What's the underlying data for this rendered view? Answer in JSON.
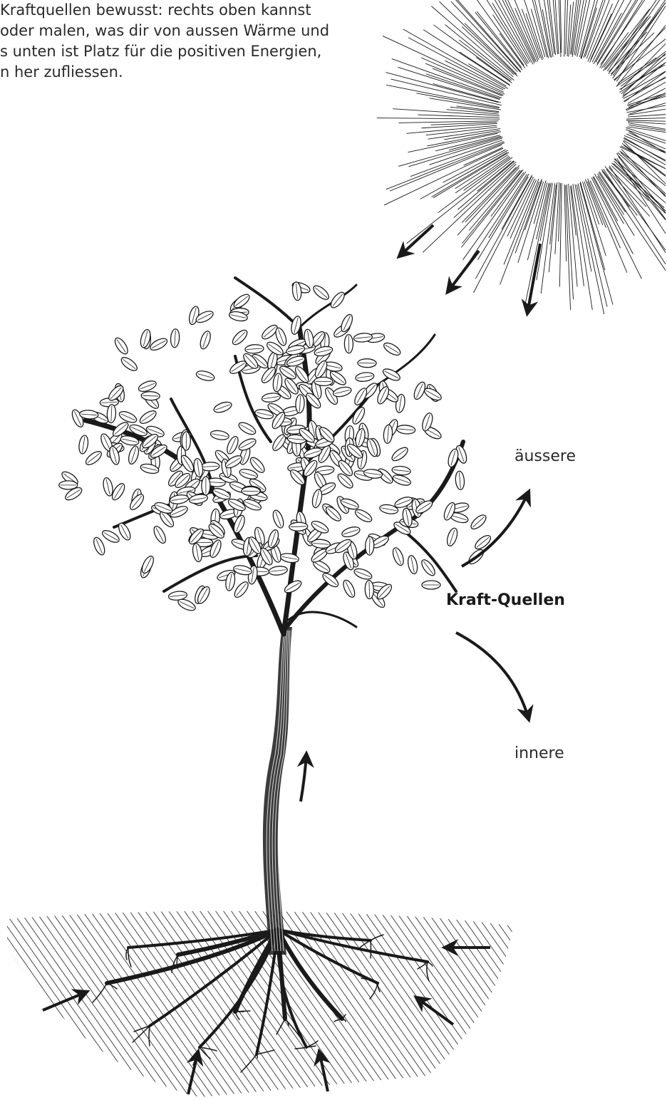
{
  "intro_lines": [
    " Kraftquellen bewusst: rechts oben kannst",
    " oder malen, was dir von aussen Wärme und",
    "s unten ist Platz für die positiven Energien,",
    "n her zufliessen."
  ],
  "labels": {
    "outer": "äussere",
    "center": "Kraft-Quellen",
    "inner": "innere"
  },
  "colors": {
    "ink": "#1a1a1a",
    "background": "#ffffff"
  },
  "figures": [
    "sun-icon",
    "tree-illustration",
    "arrow-icon"
  ]
}
